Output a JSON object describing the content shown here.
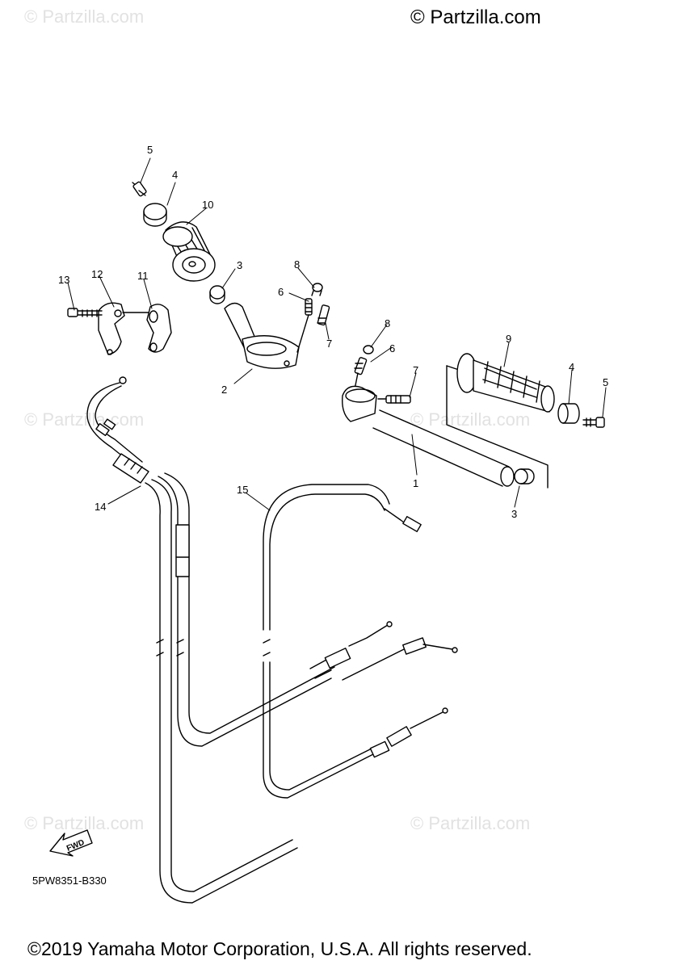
{
  "header": {
    "brand": "© Partzilla.com"
  },
  "watermark": {
    "text": "© Partzilla.com"
  },
  "callouts": {
    "c1": "1",
    "c2": "2",
    "c3a": "3",
    "c3b": "3",
    "c4a": "4",
    "c4b": "4",
    "c5a": "5",
    "c5b": "5",
    "c6a": "6",
    "c6b": "6",
    "c7a": "7",
    "c7b": "7",
    "c8a": "8",
    "c8b": "8",
    "c9": "9",
    "c10": "10",
    "c11": "11",
    "c12": "12",
    "c13": "13",
    "c14": "14",
    "c15": "15"
  },
  "fwd_label": "FWD",
  "diagram_code": "5PW8351-B330",
  "footer": {
    "copyright": "©2019 Yamaha Motor Corporation, U.S.A. All rights reserved."
  },
  "colors": {
    "ink": "#000000",
    "watermark": "#e2e2e2",
    "background": "#ffffff"
  }
}
